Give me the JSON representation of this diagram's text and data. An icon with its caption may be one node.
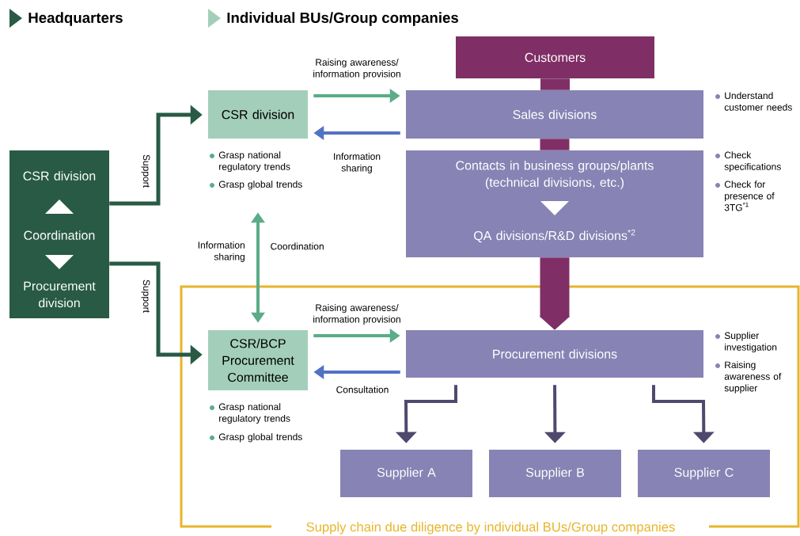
{
  "diagram": {
    "nodes": [
      {
        "text": [
          "CSR division",
          "Coordination",
          "Procurement division"
        ]
      },
      {
        "text": [
          "CSR division"
        ],
        "beside": [
          "Grasp national regulatory trends",
          "Grasp global trends"
        ]
      },
      {
        "text": [
          "Customers"
        ]
      },
      {
        "text": [
          "Sales divisions"
        ],
        "beside": [
          "Understand customer needs"
        ]
      },
      {
        "text": [
          "Contacts in business groups/plants (technical divisions, etc.)",
          "QA divisions/R&D divisions$^{*2}$"
        ],
        "beside": [
          "Check specifications",
          "Check for presence of 3TG$^{*1}$"
        ]
      },
      {
        "text": [
          "Supply chain due diligence by individual BUs/Group companies"
        ]
      },
      {
        "text": [
          "CSR/BCP Procurement Committee"
        ],
        "in": 5,
        "beside": [
          "Grasp national regulatory trends",
          "Grasp global trends"
        ]
      },
      {
        "text": [
          "Procurement divisions"
        ],
        "in": 5,
        "beside": [
          "Supplier investigation",
          "Raising awareness of supplier"
        ]
      },
      {
        "text": [
          "Supplier A"
        ],
        "in": 5
      },
      {
        "text": [
          "Supplier B"
        ],
        "in": 5
      },
      {
        "text": [
          "Supplier C"
        ],
        "in": 5
      }
    ],
    "edges": [
      {
        "from": 0,
        "to": 1,
        "arrow": "to",
        "label": "Support",
        "color": "#285a46"
      },
      {
        "from": 0,
        "to": 6,
        "arrow": "to",
        "label": "Support",
        "color": "#285a46"
      },
      {
        "from": 1,
        "to": 3,
        "arrow": "to",
        "label": "Raising awareness/ information provision",
        "color": "#5aad87"
      },
      {
        "from": 3,
        "to": 1,
        "arrow": "to",
        "label": "Information sharing",
        "color": "#5272c4"
      },
      {
        "from": 1,
        "to": 6,
        "arrow": "both",
        "label": "Coordination",
        "color": "#5aad87"
      },
      {
        "from": 2,
        "to": 3,
        "arrow": "none",
        "style": "thick",
        "color": "#7f2f66"
      },
      {
        "from": 3,
        "to": 4,
        "arrow": "none",
        "style": "thick",
        "color": "#7f2f66"
      },
      {
        "from": 4,
        "to": 7,
        "arrow": "to",
        "style": "thick",
        "color": "#7f2f66"
      },
      {
        "from": 6,
        "to": 7,
        "arrow": "to",
        "label": "Raising awareness/ information provision",
        "color": "#5aad87"
      },
      {
        "from": 7,
        "to": 6,
        "arrow": "to",
        "label": "Consultation",
        "color": "#5272c4"
      },
      {
        "from": 7,
        "to": 8,
        "arrow": "to",
        "color": "#4e4a6e"
      },
      {
        "from": 7,
        "to": 9,
        "arrow": "to",
        "color": "#4e4a6e"
      },
      {
        "from": 7,
        "to": 10,
        "arrow": "to",
        "color": "#4e4a6e"
      }
    ],
    "labels": [
      "Headquarters",
      "Individual BUs/Group companies",
      "Information sharing"
    ]
  }
}
